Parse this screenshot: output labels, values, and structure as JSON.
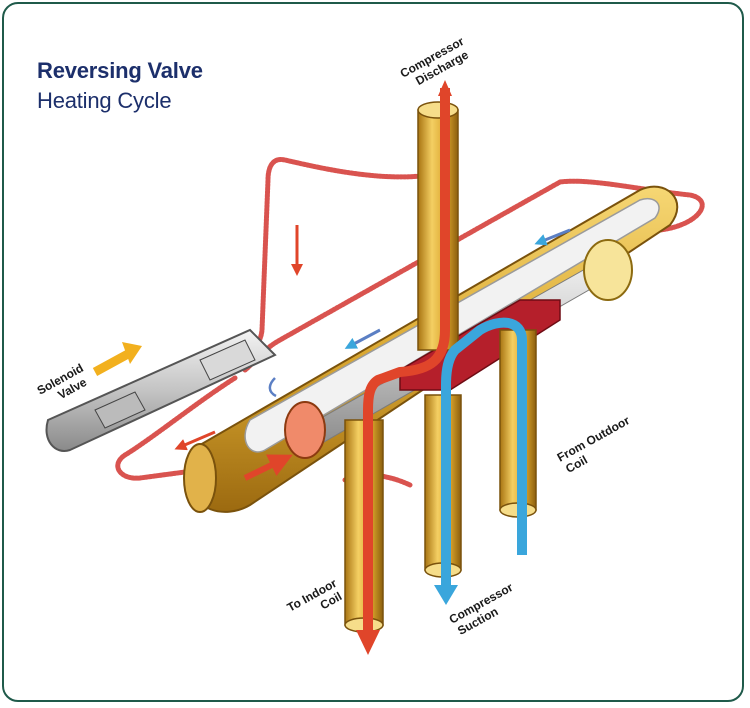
{
  "title": {
    "line1": "Reversing Valve",
    "line2": "Heating Cycle"
  },
  "labels": {
    "compressor_discharge_1": "Compressor",
    "compressor_discharge_2": "Discharge",
    "solenoid_1": "Solenoid",
    "solenoid_2": "Valve",
    "outdoor_1": "From Outdoor",
    "outdoor_2": "Coil",
    "indoor_1": "To Indoor",
    "indoor_2": "Coil",
    "suction_1": "Compressor",
    "suction_2": "Suction"
  },
  "colors": {
    "border": "#1f5a4a",
    "title": "#1c2f6b",
    "hot_flow": "#e0452a",
    "cold_flow": "#3aa6dc",
    "brass": "#d4a62a",
    "capillary": "#d9534f",
    "solenoid_arrow": "#f2b01e"
  }
}
